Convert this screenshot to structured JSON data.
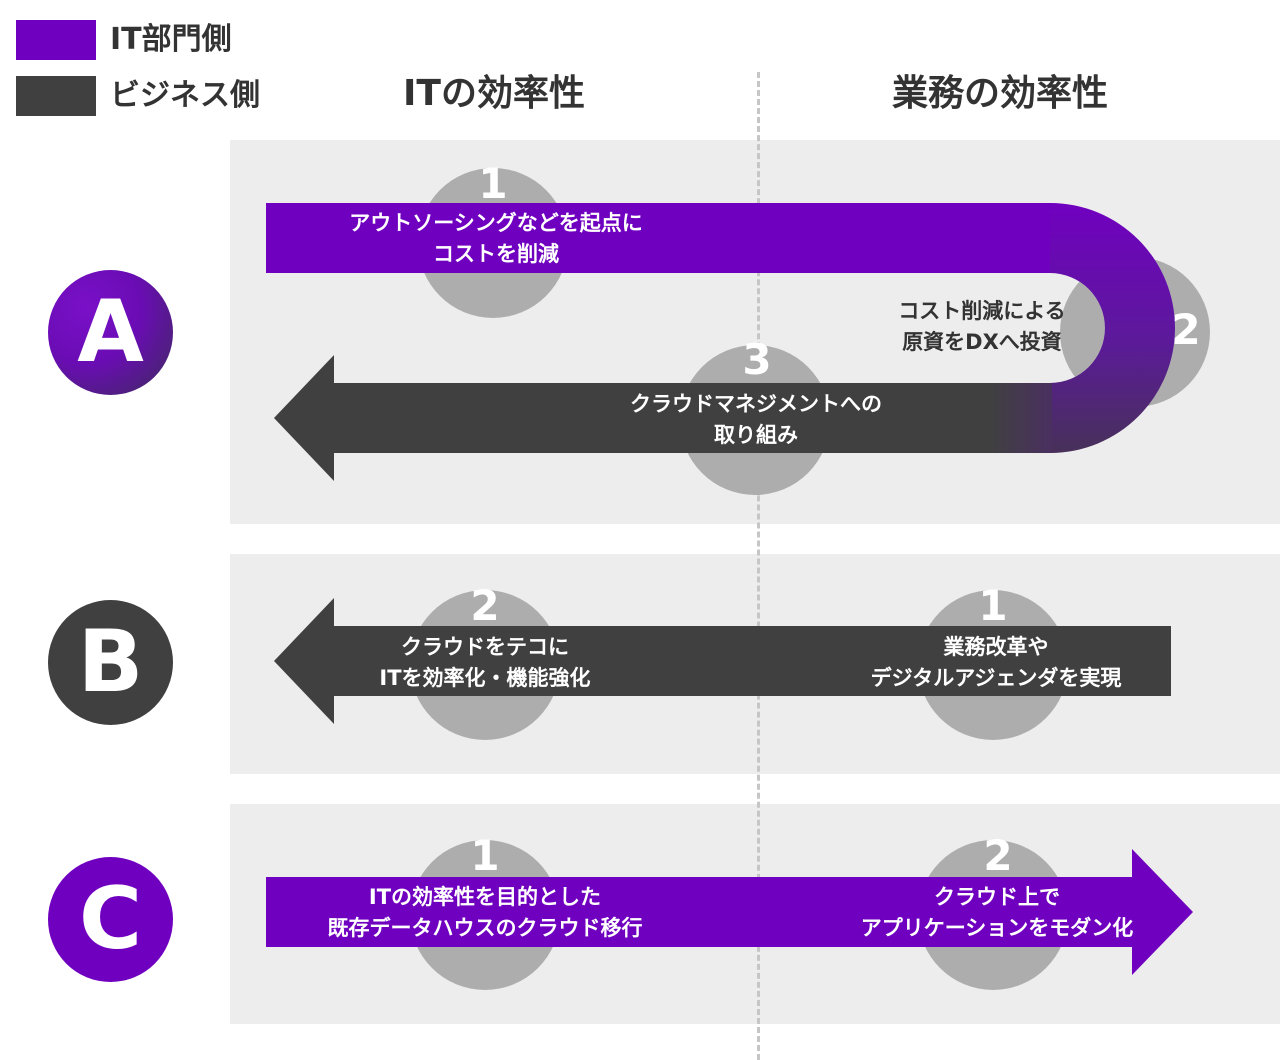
{
  "colors": {
    "it": "#7000c0",
    "business": "#404040",
    "panel": "#ededed",
    "step_circle": "#adadad"
  },
  "legend": [
    {
      "label": "IT部門側",
      "color": "#7000c0"
    },
    {
      "label": "ビジネス側",
      "color": "#404040"
    }
  ],
  "columns": {
    "left": "ITの効率性",
    "right": "業務の効率性"
  },
  "rows": {
    "A": {
      "badge": "A",
      "steps": [
        {
          "number": "1",
          "line1": "アウトソーシングなどを起点に",
          "line2": "コストを削減",
          "side": "IT部門側"
        },
        {
          "number": "2",
          "line1": "コスト削減による",
          "line2": "原資をDXへ投資",
          "side": "IT部門側"
        },
        {
          "number": "3",
          "line1": "クラウドマネジメントへの",
          "line2": "取り組み",
          "side": "ビジネス側"
        }
      ]
    },
    "B": {
      "badge": "B",
      "steps": [
        {
          "number": "1",
          "line1": "業務改革や",
          "line2": "デジタルアジェンダを実現",
          "side": "ビジネス側"
        },
        {
          "number": "2",
          "line1": "クラウドをテコに",
          "line2": "ITを効率化・機能強化",
          "side": "ビジネス側"
        }
      ]
    },
    "C": {
      "badge": "C",
      "steps": [
        {
          "number": "1",
          "line1": "ITの効率性を目的とした",
          "line2": "既存データハウスのクラウド移行",
          "side": "IT部門側"
        },
        {
          "number": "2",
          "line1": "クラウド上で",
          "line2": "アプリケーションをモダン化",
          "side": "IT部門側"
        }
      ]
    }
  }
}
